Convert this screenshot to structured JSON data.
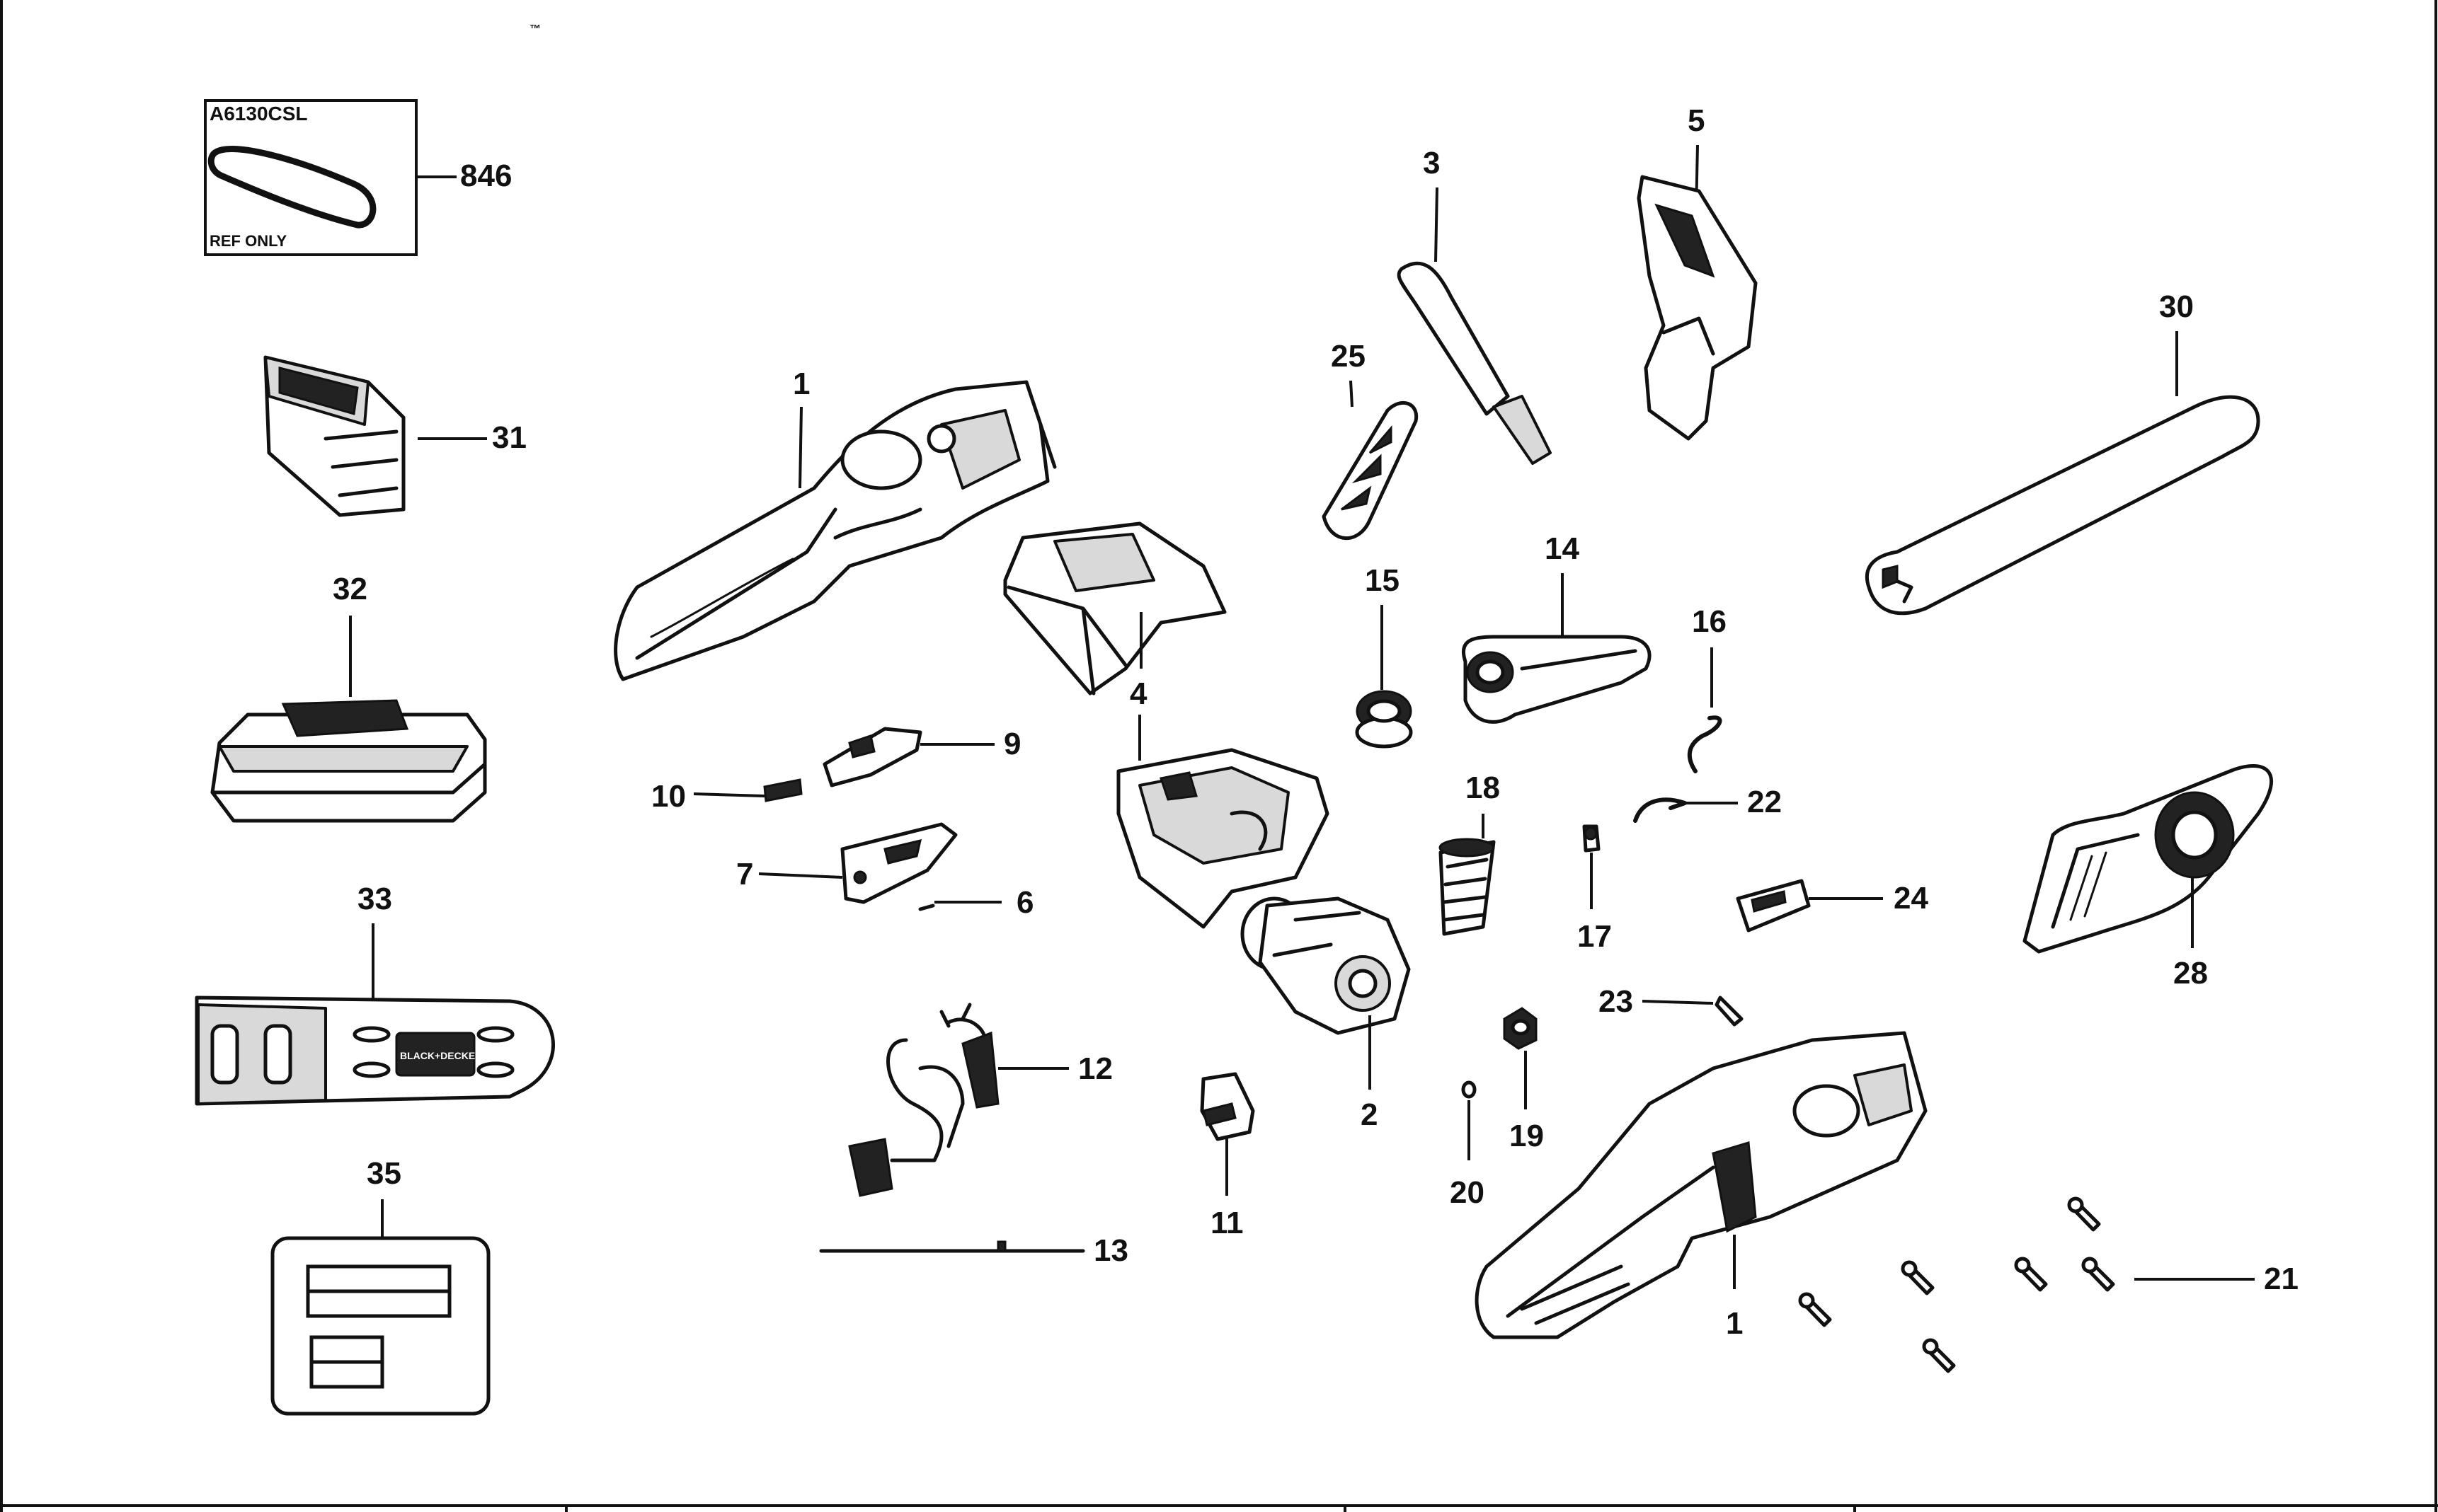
{
  "trademark": "™",
  "ref_box": {
    "model": "A6130CSL",
    "note": "REF ONLY"
  },
  "callouts": {
    "c846": "846",
    "c31": "31",
    "c32": "32",
    "c33": "33",
    "c35": "35",
    "c1a": "1",
    "c1b": "1",
    "c2": "2",
    "c3": "3",
    "c4": "4",
    "c5": "5",
    "c6": "6",
    "c7": "7",
    "c9": "9",
    "c10": "10",
    "c11": "11",
    "c12": "12",
    "c13": "13",
    "c14": "14",
    "c15": "15",
    "c16": "16",
    "c17": "17",
    "c18": "18",
    "c19": "19",
    "c20": "20",
    "c21": "21",
    "c22": "22",
    "c23": "23",
    "c24": "24",
    "c25": "25",
    "c28": "28",
    "c30": "30"
  },
  "guard_logo": "BLACK+DECKER"
}
